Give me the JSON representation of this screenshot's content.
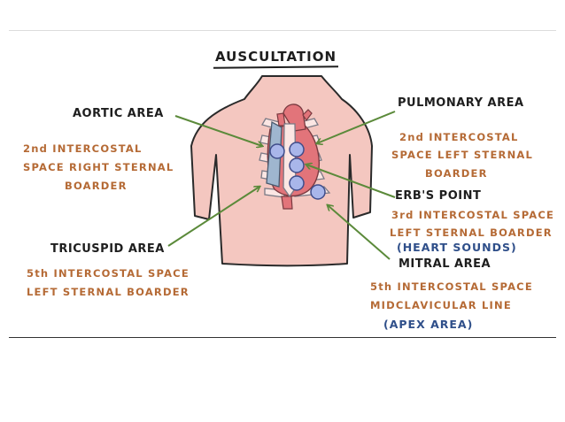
{
  "title": "AUSCULTATION",
  "areas": {
    "aortic": {
      "name": "AORTIC AREA",
      "desc": [
        "2nd INTERCOSTAL",
        "SPACE RIGHT STERNAL",
        "BOARDER"
      ]
    },
    "pulmonary": {
      "name": "PULMONARY AREA",
      "desc": [
        "2nd INTERCOSTAL",
        "SPACE LEFT STERNAL",
        "BOARDER"
      ]
    },
    "erbs": {
      "name": "ERB'S POINT",
      "desc": [
        "3rd INTERCOSTAL SPACE",
        "LEFT STERNAL BOARDER"
      ],
      "note": "(HEART SOUNDS)"
    },
    "tricuspid": {
      "name": "TRICUSPID AREA",
      "desc": [
        "5th INTERCOSTAL SPACE",
        "LEFT STERNAL BOARDER"
      ]
    },
    "mitral": {
      "name": "MITRAL AREA",
      "desc": [
        "5th INTERCOSTAL SPACE",
        "MIDCLAVICULAR LINE"
      ],
      "note": "(APEX AREA)"
    }
  },
  "colors": {
    "skin": "#f4c7c0",
    "outline": "#2a2a2a",
    "arrow": "#5b8a3a",
    "description_text": "#b56a35",
    "note_text": "#2f4f8a",
    "marker_fill": "#a9b6ea",
    "heart": "#e2747a",
    "vessel_blue": "#9fb6cf",
    "rib": "#fbe6e3"
  }
}
